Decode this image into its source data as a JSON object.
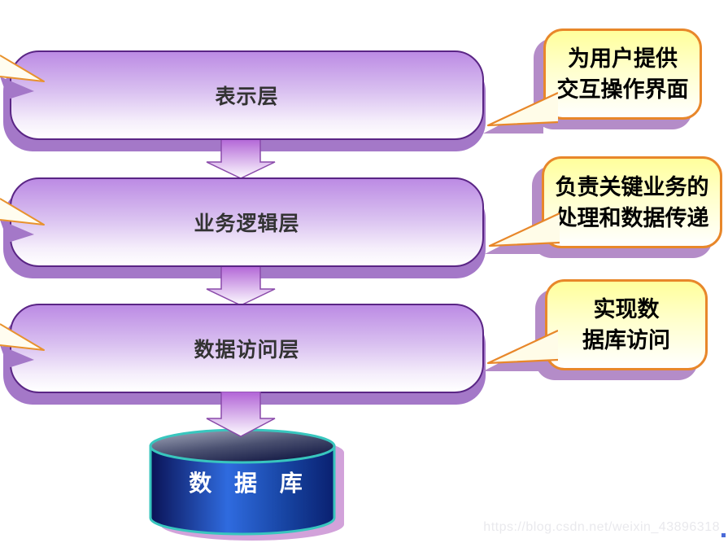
{
  "layers": [
    {
      "label": "表示层"
    },
    {
      "label": "业务逻辑层"
    },
    {
      "label": "数据访问层"
    }
  ],
  "database": {
    "label": "数 据 库"
  },
  "callouts": [
    {
      "line1": "为用户提供",
      "line2": "交互操作界面"
    },
    {
      "line1": "负责关键业务的",
      "line2": "处理和数据传递"
    },
    {
      "line1": "实现数",
      "line2": "据库访问"
    }
  ],
  "watermark": {
    "text": "https://blog.csdn.net/weixin_43896318"
  },
  "colors": {
    "box_gradient_top": "#bc8be4",
    "box_border": "#5a2585",
    "box_shadow": "#a478c8",
    "callout_gradient_top": "#ffff9c",
    "callout_border": "#e8872a",
    "callout_shadow": "#b48cc8",
    "arrow_gradient_top": "#b163d6",
    "arrow_border": "#8a4aaa",
    "cylinder_border_teal": "#38c6be",
    "cylinder_body_blue": "#2f6bdf",
    "cylinder_body_dark": "#0a1560",
    "cylinder_shadow_pink": "#d2a2da",
    "layer_text": "#333333",
    "database_text": "#ffffff"
  }
}
